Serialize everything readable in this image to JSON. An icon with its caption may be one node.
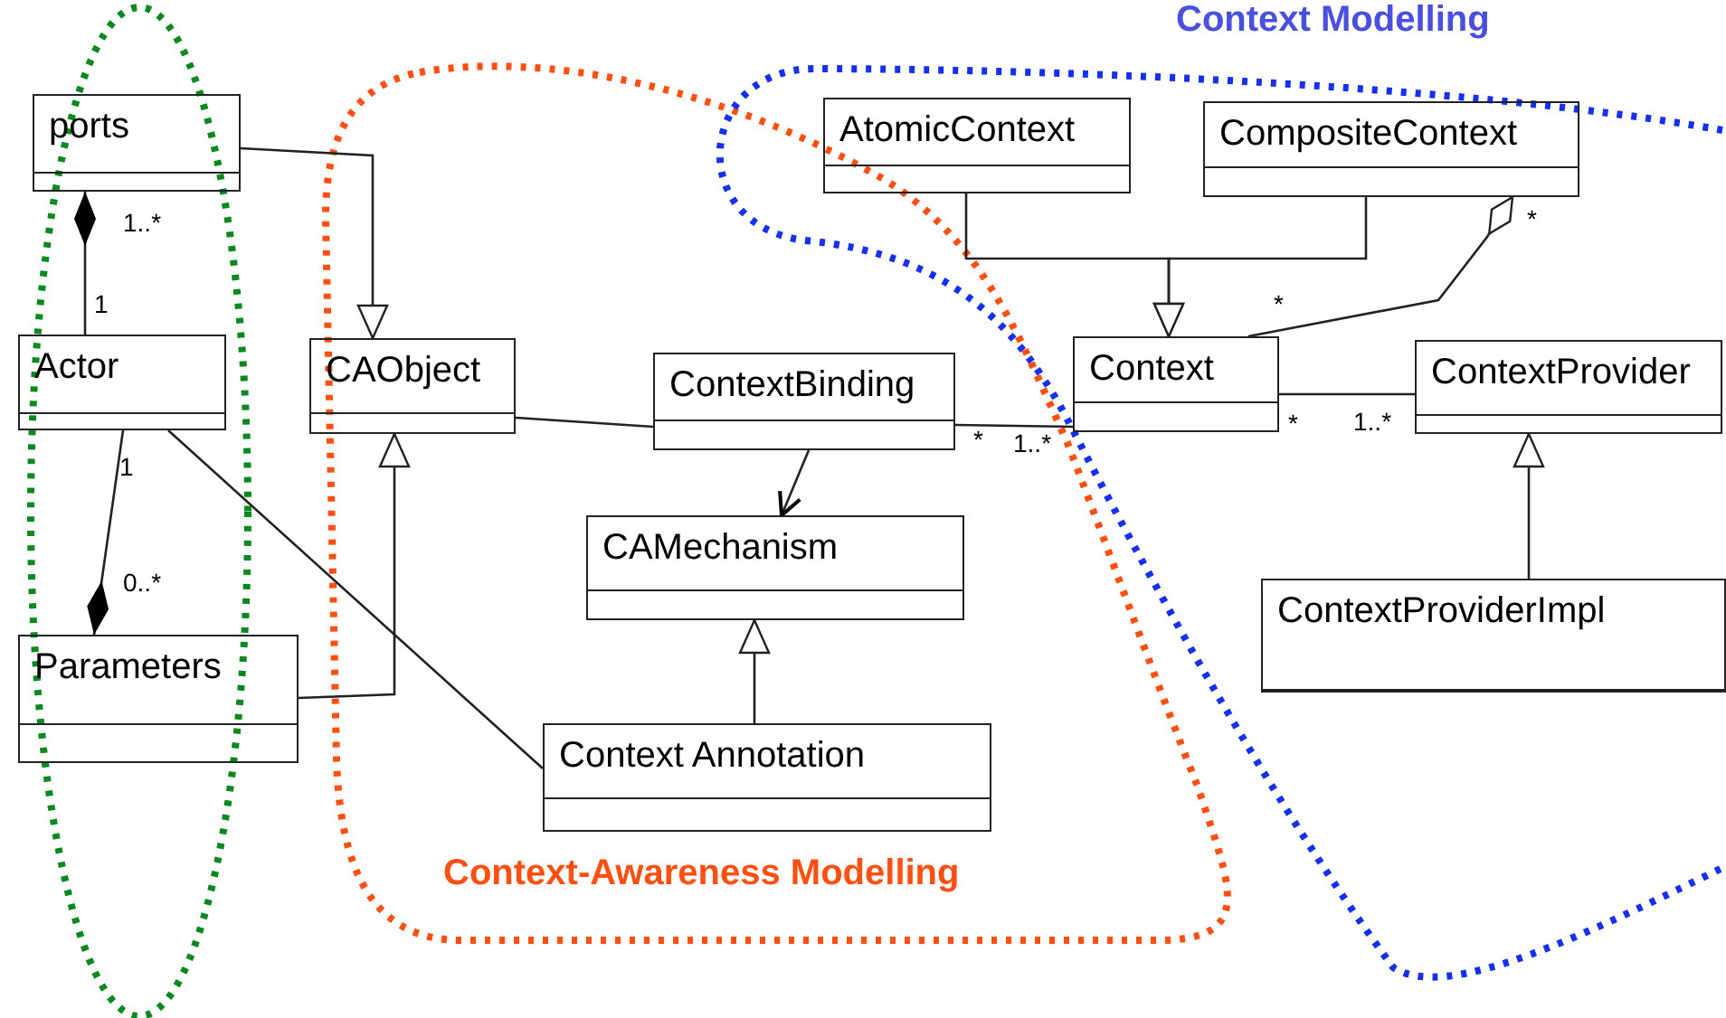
{
  "diagram": {
    "nodes": [
      {
        "text": [
          "ports"
        ]
      },
      {
        "text": [
          "Actor"
        ]
      },
      {
        "text": [
          "CAObject"
        ]
      },
      {
        "text": [
          "ContextBinding"
        ]
      },
      {
        "text": [
          "CAMechanism"
        ]
      },
      {
        "text": [
          "Parameters"
        ]
      },
      {
        "text": [
          "Context Annotation"
        ]
      },
      {
        "text": [
          "AtomicContext"
        ]
      },
      {
        "text": [
          "CompositeContext"
        ]
      },
      {
        "text": [
          "Context"
        ]
      },
      {
        "text": [
          "ContextProvider"
        ]
      },
      {
        "text": [
          "ContextProviderImpl"
        ]
      }
    ],
    "edges": [
      {
        "from": 0,
        "to": 2,
        "arrow": "to"
      },
      {
        "from": 1,
        "to": 0,
        "arrow": "other"
      },
      {
        "from": 1,
        "to": 5,
        "arrow": "other"
      },
      {
        "from": 5,
        "to": 2,
        "arrow": "to"
      },
      {
        "from": 1,
        "to": 6,
        "arrow": "none"
      },
      {
        "from": 2,
        "to": 3,
        "arrow": "none"
      },
      {
        "from": 3,
        "to": 4,
        "arrow": "to"
      },
      {
        "from": 6,
        "to": 4,
        "arrow": "to"
      },
      {
        "from": 3,
        "to": 9,
        "arrow": "none"
      },
      {
        "from": 7,
        "to": 9,
        "arrow": "to"
      },
      {
        "from": 8,
        "to": 9,
        "arrow": "to"
      },
      {
        "from": 9,
        "to": 8,
        "arrow": "other"
      },
      {
        "from": 9,
        "to": 10,
        "arrow": "none"
      },
      {
        "from": 11,
        "to": 10,
        "arrow": "to"
      }
    ],
    "labels": [
      "Context Modelling",
      "1..*",
      "1",
      "1",
      "0..*",
      "*",
      "*",
      "*",
      "1..*",
      "*",
      "1..*",
      "Context-Awareness Modelling"
    ]
  }
}
